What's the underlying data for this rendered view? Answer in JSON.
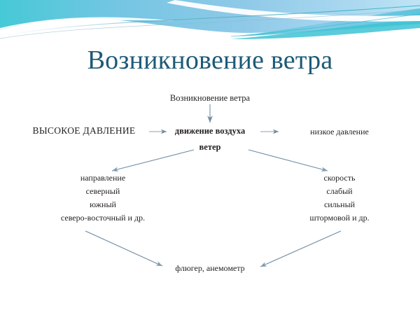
{
  "slide": {
    "title": "Возникновение ветра",
    "title_color": "#1d5a76",
    "background_color": "#ffffff",
    "banner": {
      "name": "decorative-wave-banner",
      "colors": [
        "#3fc8d8",
        "#7ec7e8",
        "#a9d8ef",
        "#5bb8d4",
        "#ffffff"
      ]
    }
  },
  "diagram": {
    "subtitle": "Возникновение ветра",
    "row": {
      "left": "ВЫСОКОЕ ДАВЛЕНИЕ",
      "center": "движение воздуха",
      "right": "низкое давление"
    },
    "wind_label": "ветер",
    "branches": {
      "left": {
        "heading": "направление",
        "items": [
          "северный",
          "южный",
          "северо-восточный  и др."
        ]
      },
      "right": {
        "heading": "скорость",
        "items": [
          "слабый",
          "сильный",
          "штормовой и др."
        ]
      }
    },
    "instruments": "флюгер, анемометр",
    "arrow_color": "#6f8ca3"
  }
}
